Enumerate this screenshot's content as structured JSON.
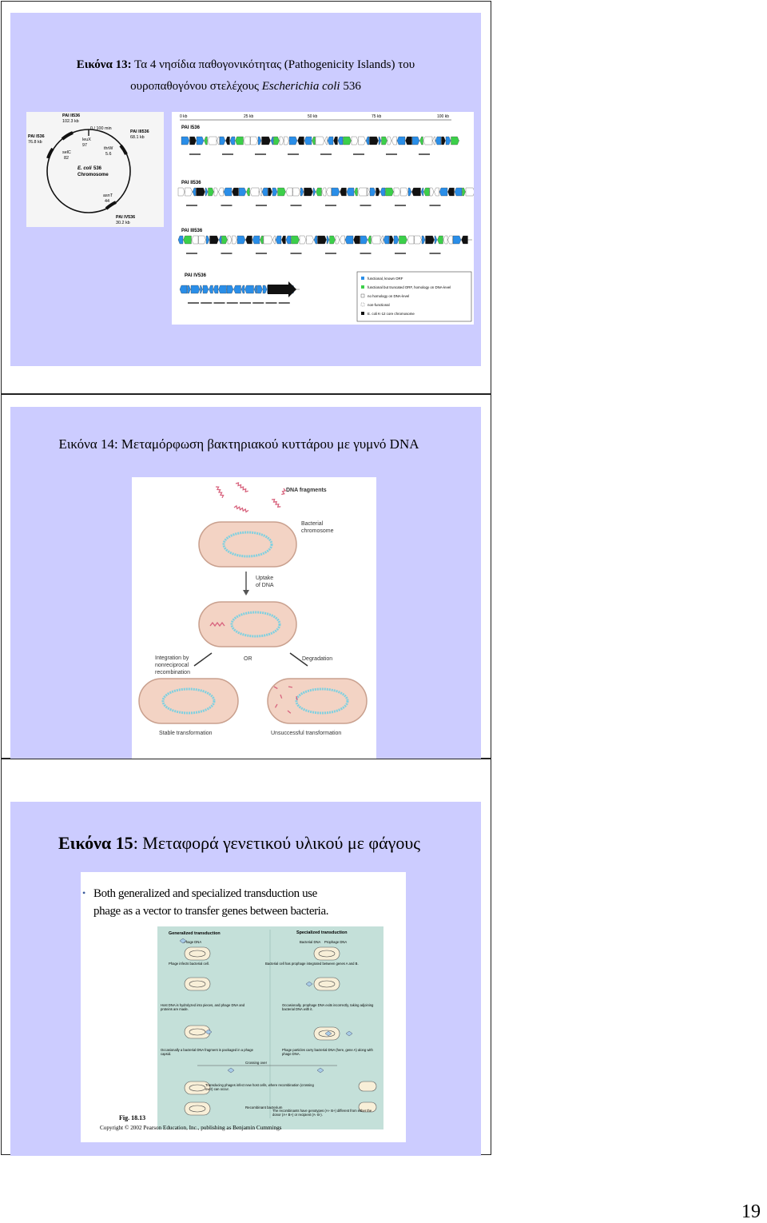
{
  "slide13": {
    "title_bold": "Εικόνα 13:",
    "title_text": " Τα 4 νησίδια παθογονικότητας (Pathogenicity Islands) του",
    "title_line2_text": "ουροπαθογόνου στελέχους ",
    "title_line2_italic": "Escherichia coli",
    "title_line2_end": " 536",
    "chromosome": {
      "name_italic": "E. coli",
      "name_rest": "536",
      "name_line2": "Chromosome",
      "labels": [
        "PAI II536",
        "102.3 kb",
        "PAI I536",
        "76.8 kb",
        "0 / 100 min",
        "leuX",
        "97",
        "selC",
        "82",
        "thrW",
        "5.6",
        "PAI III536",
        "68.1 kb",
        "asnT",
        "44",
        "PAI IV536",
        "30.2 kb"
      ]
    },
    "map": {
      "scale_labels": [
        "0 kb",
        "25 kb",
        "50 kb",
        "75 kb",
        "100 kb"
      ],
      "islands": [
        "PAI I536",
        "PAI II536",
        "PAI III536",
        "PAI IV536"
      ],
      "legend": [
        "functional, known ORF",
        "functional but truncated ORF, homology on DNA-level",
        "no homology on DNA-level",
        "non-functional",
        "E. coli K-12 core chromosome"
      ]
    }
  },
  "slide14": {
    "title": "Εικόνα 14: Μεταμόρφωση βακτηριακού κυττάρου με γυμνό DNA",
    "labels": {
      "dna_fragments": "DNA fragments",
      "bacterial": "Bacterial",
      "chromosome": "chromosome",
      "uptake1": "Uptake",
      "uptake2": "of DNA",
      "integration1": "Integration by",
      "integration2": "nonreciprocal",
      "integration3": "recombination",
      "or": "OR",
      "degradation": "Degradation",
      "stable": "Stable transformation",
      "unsuccessful": "Unsuccessful transformation"
    }
  },
  "slide15": {
    "title_bold": "Εικόνα 15",
    "title_rest": ": Μεταφορά γενετικού υλικού με φάγους",
    "bullet_line1": "Both generalized and specialized transduction use",
    "bullet_line2": "phage as a vector to transfer genes between bacteria.",
    "figure": {
      "generalized": "Generalized transduction",
      "specialized": "Specialized transduction",
      "phage_dna": "Phage DNA",
      "bacterial_dna": "Bacterial DNA",
      "prophage_dna": "Prophage DNA",
      "phage_infects": "Phage infects bacterial cell.",
      "prophage_integrated": "Bacterial cell has prophage integrated between genes A and B.",
      "host_dna": "Host DNA is hydrolyzed into pieces, and phage DNA and proteins are made.",
      "occasionally_prophage": "Occasionally, prophage DNA exits incorrectly, taking adjoining bacterial DNA with it.",
      "occasionally_fragment": "Occasionally a bacterial DNA fragment is packaged in a phage capsid.",
      "particles_carry": "Phage particles carry bacterial DNA (here, gene A) along with phage DNA.",
      "crossing_over": "Crossing over",
      "transducing": "Transducing phages infect new host cells, where recombination (crossing over) can occur.",
      "recombinant": "Recombinant bacterium",
      "recombinants_have": "The recombinants have genotypes (A+ B+) different from either the donor (A+ B+) or recipient (A- B-).",
      "fig_label": "Fig. 18.13",
      "copyright": "Copyright © 2002 Pearson Education, Inc., publishing as Benjamin Cummings"
    }
  },
  "page_number": "19",
  "colors": {
    "slide_bg": "#ccccff",
    "cell_fill": "#f3d3c4",
    "cell_stroke": "#c9a08e",
    "chromosome": "#7fd0e0",
    "dna_fragment": "#d8647e",
    "orf_blue": "#2a8ee8",
    "orf_green": "#3ccf4a"
  }
}
